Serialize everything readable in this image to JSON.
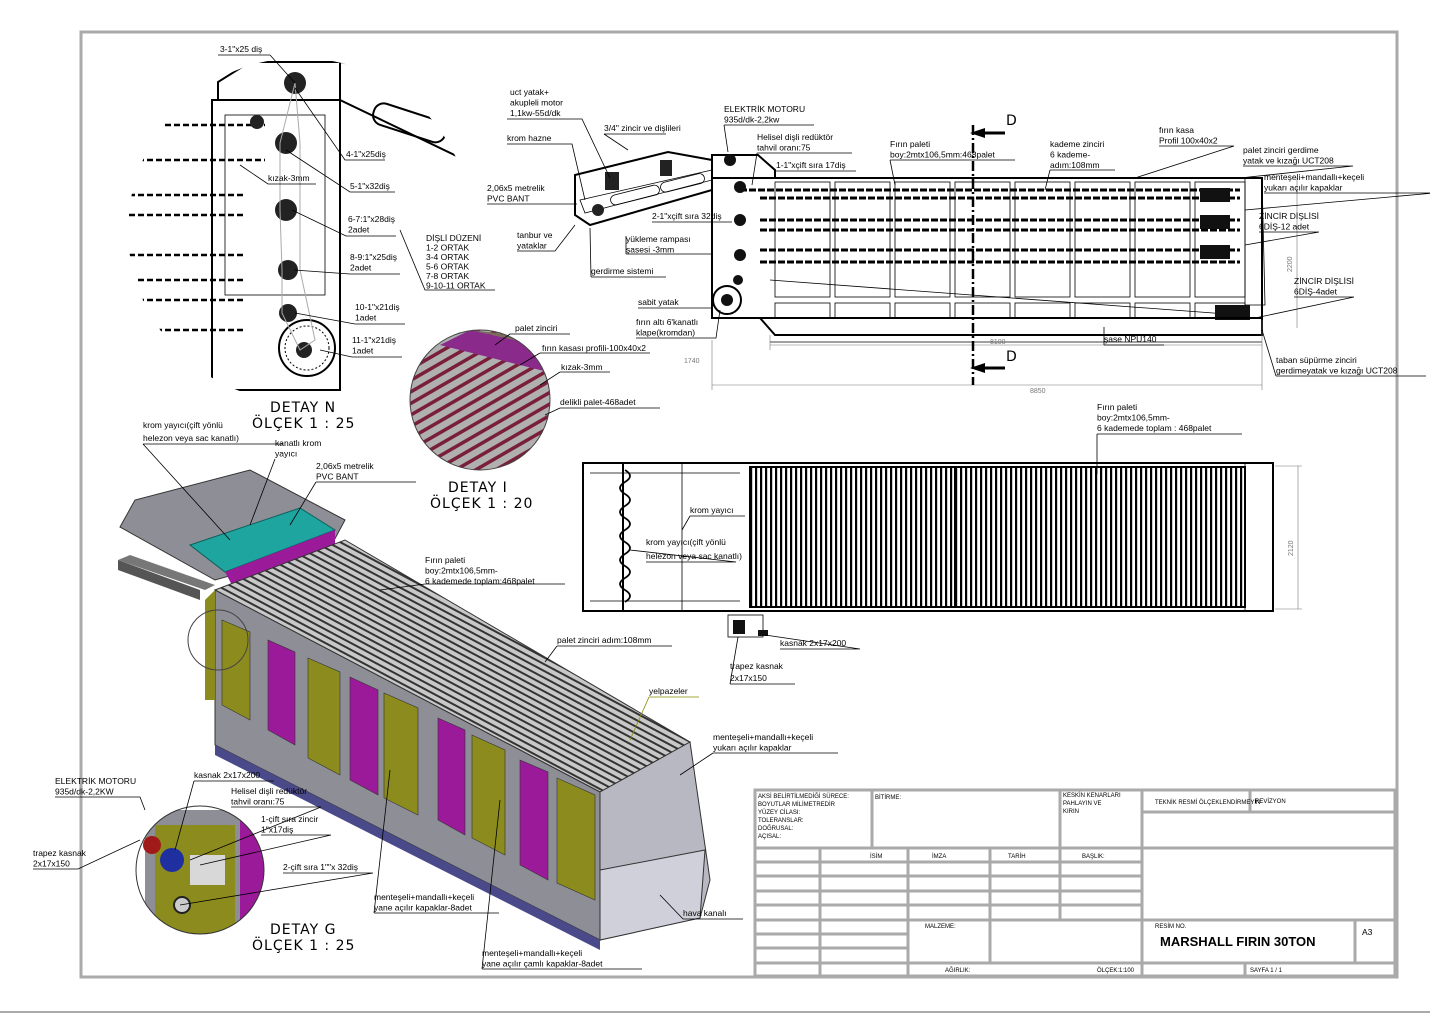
{
  "colors": {
    "frame": "#aaaaaa",
    "olive": "#8c8c1e",
    "magenta": "#9a1a9a",
    "teal": "#1fa5a0",
    "steel": "#8e8e96",
    "yelpaze": "#8a8a00"
  },
  "detail_n": {
    "caption": "DETAY N",
    "scale": "ÖLÇEK 1 : 25",
    "g3": [
      "3-1\"x25 diş"
    ],
    "g4": [
      "4-1\"x25diş"
    ],
    "g5": [
      "5-1\"x32diş"
    ],
    "g67": [
      "6-7:1\"x28diş",
      "2adet"
    ],
    "kizak": [
      "kızak-3mm"
    ],
    "g89": [
      "8-9:1\"x25diş",
      "2adet"
    ],
    "g10": [
      "10-1\"x21diş",
      "1adet"
    ],
    "g11": [
      "11-1\"x21diş",
      "1adet"
    ],
    "gear_list": [
      "DİŞLİ DÜZENİ",
      "1-2 ORTAK",
      "3-4 ORTAK",
      "5-6 ORTAK",
      "7-8 ORTAK",
      "9-10-11 ORTAK"
    ]
  },
  "detail_i": {
    "caption": "DETAY I",
    "scale": "ÖLÇEK 1 : 20",
    "palet_zinciri": [
      "palet zinciri"
    ],
    "kasa_profili": [
      "fırın kasası profili-100x40x2"
    ],
    "kizak": [
      "kızak-3mm"
    ],
    "delikli": [
      "delikli palet-468adet"
    ]
  },
  "side_view": {
    "uct": [
      "uct yatak+",
      "akupleli motor",
      "1,1kw-55d/dk"
    ],
    "krom_hazne": [
      "krom hazne"
    ],
    "zincir34": [
      "3/4\" zincir ve dişlileri"
    ],
    "pvc": [
      "2,06x5 metrelik",
      "PVC BANT"
    ],
    "tanbur": [
      "tanbur ve",
      "yataklar"
    ],
    "rampa": [
      "yükleme rampası",
      "şasesi -3mm"
    ],
    "gerdirme": [
      "gerdirme sistemi"
    ],
    "sabit": [
      "sabit yatak"
    ],
    "klape": [
      "fırın altı 6'kanatlı",
      "klape(kromdan)"
    ],
    "motor": [
      "ELEKTRİK MOTORU",
      "935d/dk-2,2kw"
    ],
    "reduktor": [
      "Helisel dişli redüktör",
      "tahvil oranı:75"
    ],
    "cift17": [
      "1-1\"xçift sıra 17diş"
    ],
    "cift32": [
      "2-1\"xçift sıra 32diş"
    ],
    "palet": [
      "Fırın paleti",
      "boy:2mtx106,5mm:468palet"
    ],
    "kademe": [
      "kademe zinciri",
      "6 kademe-",
      "adım:108mm"
    ],
    "kasa": [
      "fırın kasa",
      "Profil 100x40x2"
    ],
    "gerdime": [
      "palet zinciri gerdime",
      "yatak ve kızağı UCT208"
    ],
    "kapak": [
      "menteşeli+mandallı+keçeli",
      "yukarı açılır kapaklar"
    ],
    "disli12": [
      "ZİNCİR DİŞLİSİ",
      "6DİŞ-12 adet"
    ],
    "disli4": [
      "ZİNCİR DİŞLİSİ",
      "6DİŞ-4adet"
    ],
    "sase": [
      "şase NPU140"
    ],
    "taban": [
      "taban süpürme zinciri",
      "gerdimeyatak ve kızağı UCT208"
    ],
    "dim_8100": "8100",
    "dim_8850": "8850",
    "dim_2200": "2200",
    "dim_1740": "1740",
    "section_d": "D"
  },
  "plan_view": {
    "palet": [
      "Fırın paleti",
      "boy:2mtx106,5mm-",
      "6 kademede toplam : 468palet"
    ],
    "yayici": [
      "krom yayıcı"
    ],
    "yayici2": [
      "krom yayıcı(çift yönlü",
      "helezon veya sac kanatlı)"
    ],
    "kasnak": [
      "kasnak 2x17x200"
    ],
    "trapez": [
      "trapez kasnak",
      "2x17x150"
    ],
    "dim_2120": "2120"
  },
  "iso_view": {
    "yayici": [
      "krom yayıcı(çift yönlü",
      "helezon veya sac kanatlı)"
    ],
    "kanatli": [
      "kanatlı krom",
      "yayıcı"
    ],
    "pvc": [
      "2,06x5 metrelik",
      "PVC BANT"
    ],
    "palet": [
      "Fırın paleti",
      "boy:2mtx106,5mm-",
      "6 kademede toplam:468palet"
    ],
    "adim": [
      "palet zinciri adım:108mm"
    ],
    "yelpaze": [
      "yelpazeler"
    ],
    "kapak_ust": [
      "menteşeli+mandallı+keçeli",
      "yukarı açılır kapaklar"
    ],
    "hava": [
      "hava kanalı"
    ],
    "kapak_yan": [
      "menteşeli+mandallı+keçeli",
      "yane  açılır kapaklar-8adet"
    ],
    "kapak_camli": [
      "menteşeli+mandallı+keçeli",
      "yane  açılır  çamlı kapaklar-8adet"
    ]
  },
  "detail_g": {
    "caption": "DETAY G",
    "scale": "ÖLÇEK 1 : 25",
    "motor": [
      "ELEKTRİK MOTORU",
      "935d/dk-2,2KW"
    ],
    "kasnak": [
      "kasnak 2x17x200"
    ],
    "reduktor": [
      "Helisel dişli redüktör",
      "tahvil oranı:75"
    ],
    "zincir": [
      "1-çift sıra zincir",
      "1\"x17diş"
    ],
    "trapez": [
      "trapez kasnak",
      "2x17x150"
    ],
    "cift32": [
      "2-çift sıra 1\"\"x 32diş"
    ]
  },
  "title_block": {
    "notes": [
      "AKSİ BELİRTİLMEDİĞİ SÜRECE:",
      "BOYUTLAR MİLİMETREDİR",
      "YÜZEY CİLASI:",
      "TOLERANSLAR:",
      "DOĞRUSAL:",
      "AÇISAL:"
    ],
    "finish": "BİTİRME:",
    "edges": [
      "KESKİN KENARLARI",
      "PAHLAYIN VE",
      "KIRIN"
    ],
    "no_scale": "TEKNİK RESMİ ÖLÇEKLENDİRMEYİN",
    "revision": "REVİZYON",
    "headers": [
      "İSİM",
      "İMZA",
      "TARİH",
      "BAŞLIK:"
    ],
    "material": "MALZEME:",
    "drawing_no": "RESİM NO.",
    "title": "MARSHALL FIRIN 30TON",
    "size": "A3",
    "weight": "AĞIRLIK:",
    "scale": "ÖLÇEK:1:100",
    "sheet": "SAYFA 1 / 1"
  }
}
